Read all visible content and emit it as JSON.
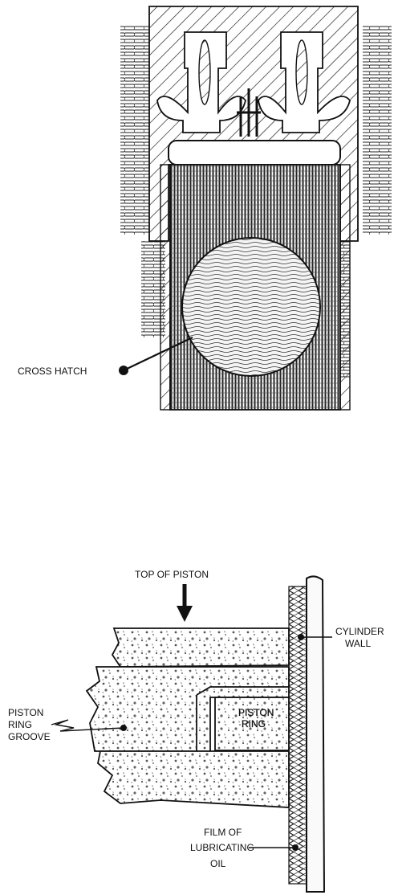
{
  "figure_top": {
    "callout": "CROSS HATCH"
  },
  "figure_bottom": {
    "arrow_label": "TOP OF PISTON",
    "wall_label_lines": [
      "CYLINDER",
      "WALL"
    ],
    "groove_label_lines": [
      "PISTON",
      "RING",
      "GROOVE"
    ],
    "ring_label_lines": [
      "PISTON",
      "RING"
    ],
    "oil_label_lines": [
      "FILM OF",
      "LUBRICATING",
      "OIL"
    ]
  },
  "colors": {
    "ink": "#111111",
    "paper": "#ffffff"
  }
}
